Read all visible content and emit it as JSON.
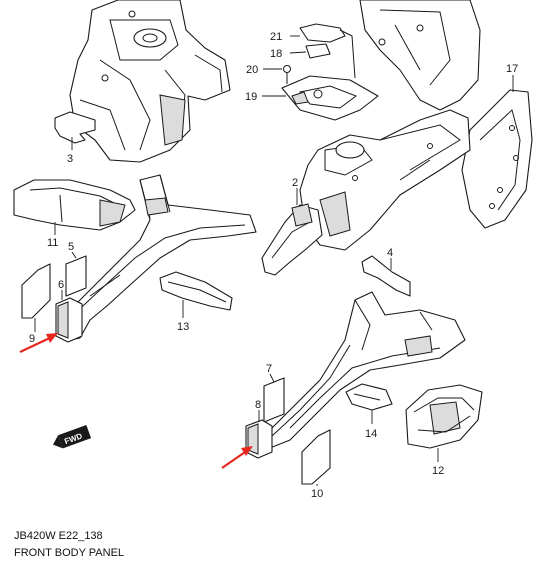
{
  "caption": {
    "code": "JB420W E22_138",
    "title": "FRONT BODY PANEL"
  },
  "direction_badge": "FWD",
  "part_numbers": {
    "p2": "2",
    "p3": "3",
    "p4": "4",
    "p5": "5",
    "p6": "6",
    "p7": "7",
    "p8": "8",
    "p9": "9",
    "p10": "10",
    "p11": "11",
    "p12": "12",
    "p13": "13",
    "p14": "14",
    "p17": "17",
    "p18": "18",
    "p19": "19",
    "p20": "20",
    "p21": "21"
  },
  "colors": {
    "line": "#1a1a1a",
    "highlight_arrow": "#e8281e",
    "background": "#ffffff"
  }
}
